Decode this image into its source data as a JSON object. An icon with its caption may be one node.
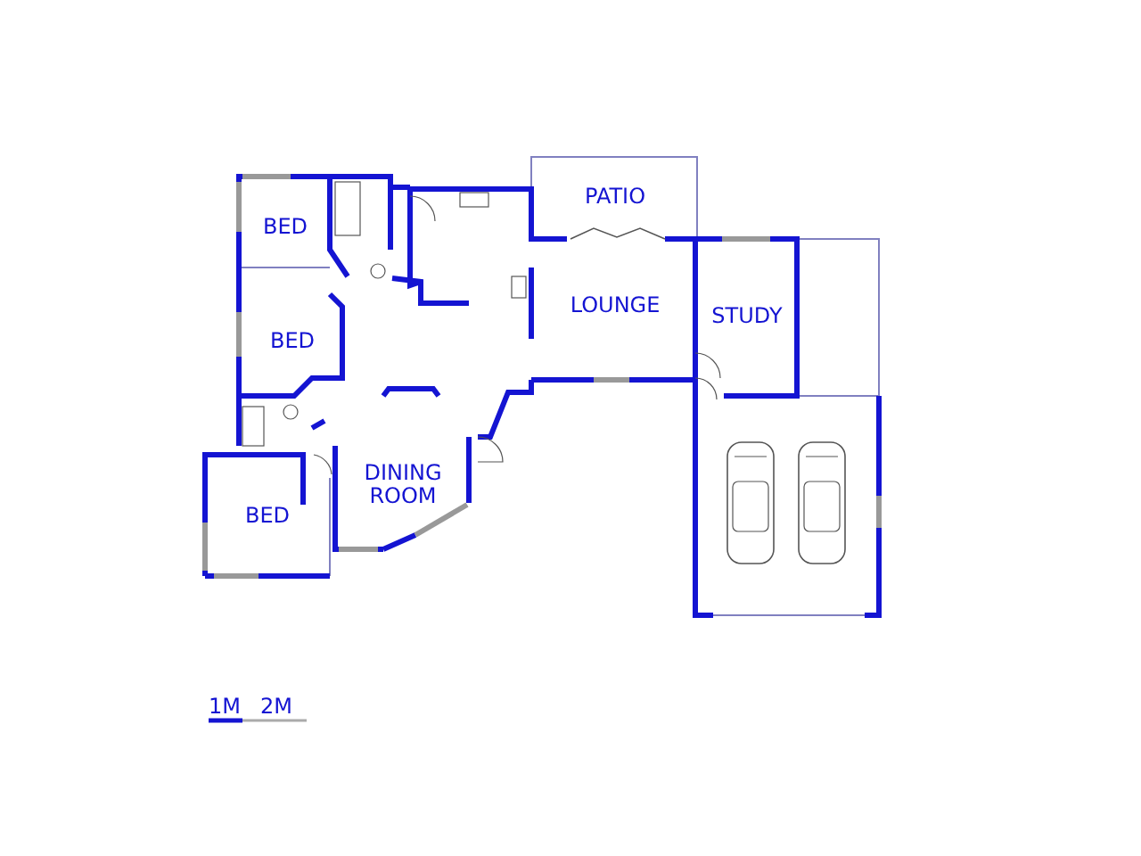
{
  "diagram": {
    "labels": [
      "PATIO",
      "BED",
      "LOUNGE",
      "STUDY",
      "BED",
      "DINING ROOM",
      "BED",
      "1M",
      "2M"
    ]
  }
}
